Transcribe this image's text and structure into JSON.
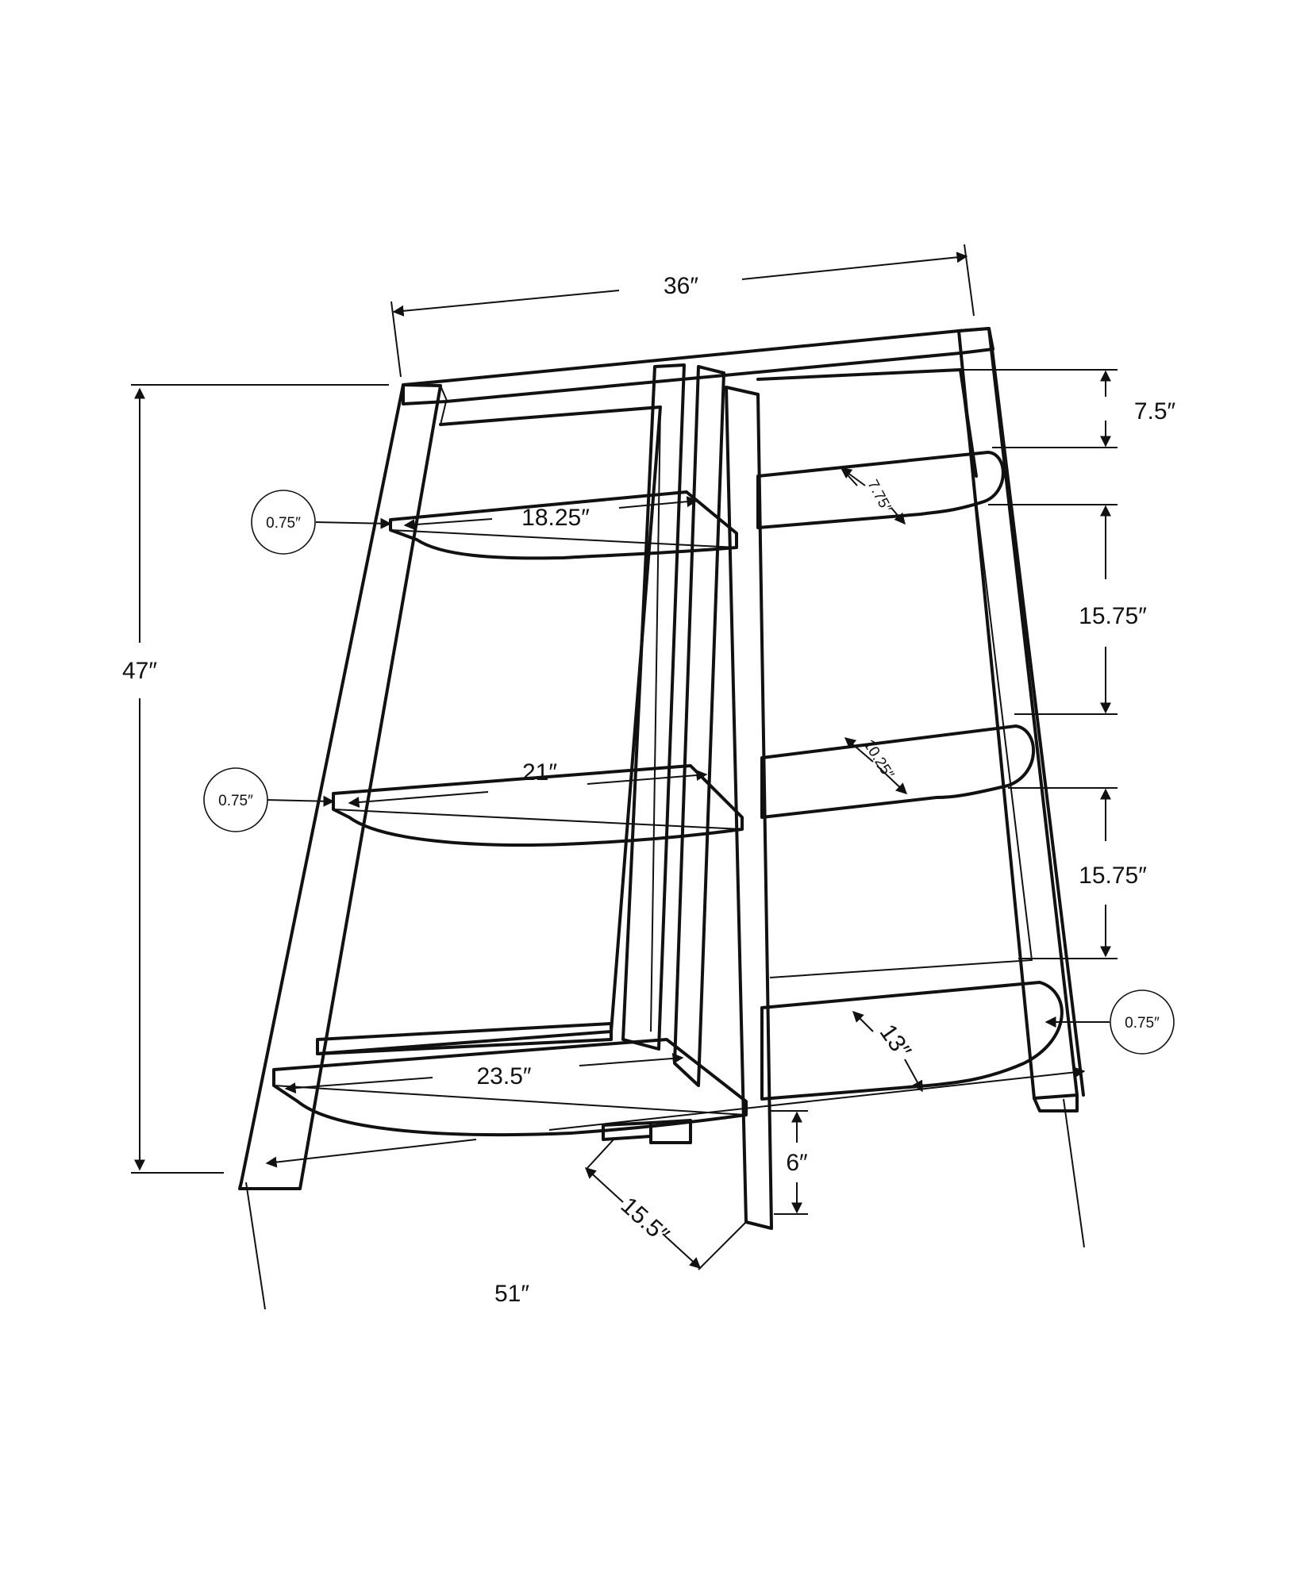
{
  "dimensions": {
    "top_width": "36″",
    "total_height": "47″",
    "base_width": "51″",
    "depth": "15.5″",
    "leg_clearance": "6″",
    "top_gap": "7.5″",
    "shelf_spacing_upper": "15.75″",
    "shelf_spacing_lower": "15.75″"
  },
  "shelves": {
    "top_left_width": "18.25″",
    "middle_left_width": "21″",
    "bottom_left_width": "23.5″",
    "top_right_depth": "7.75″",
    "middle_right_depth": "10.25″",
    "bottom_right_depth": "13″"
  },
  "thickness_callouts": {
    "top": "0.75″",
    "middle": "0.75″",
    "bottom_right": "0.75″"
  },
  "colors": {
    "line": "#111111",
    "background": "#ffffff"
  }
}
